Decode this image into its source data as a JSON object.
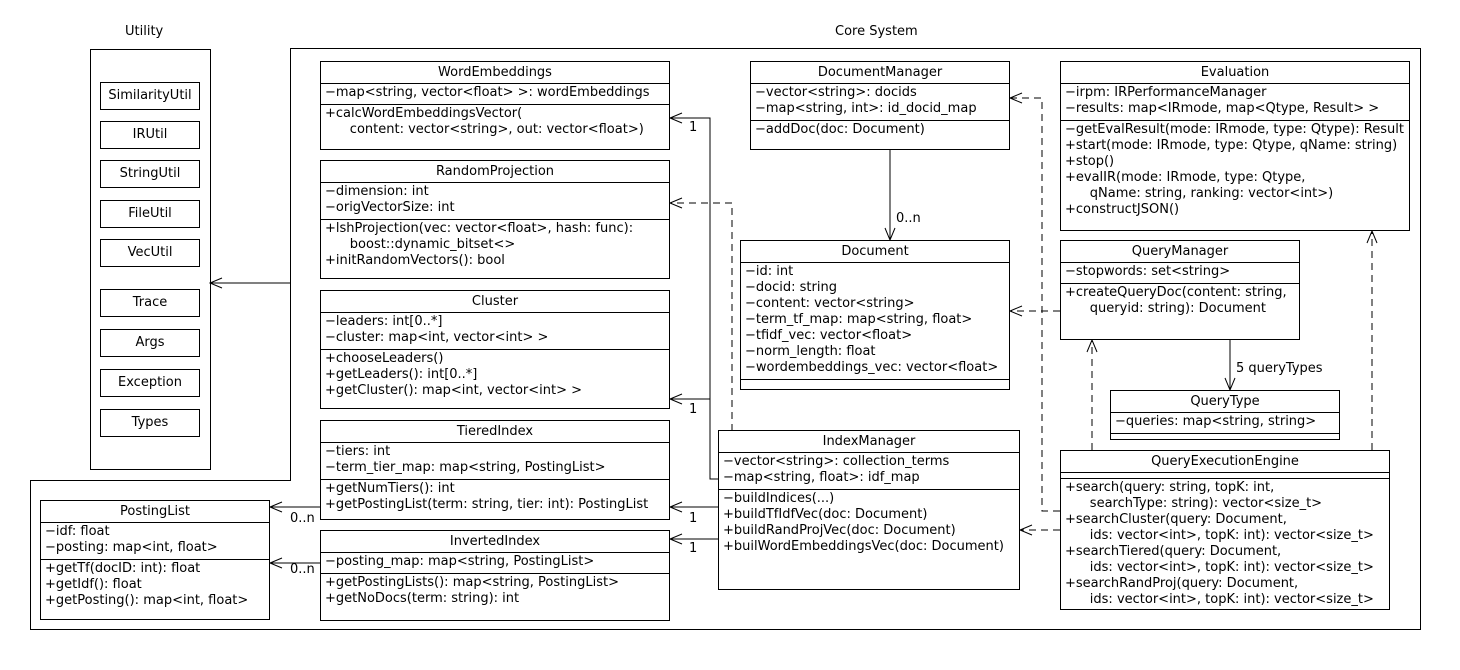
{
  "packages": {
    "utility": {
      "label": "Utility"
    },
    "core": {
      "label": "Core System"
    }
  },
  "utility_classes": [
    "SimilarityUtil",
    "IRUtil",
    "StringUtil",
    "FileUtil",
    "VecUtil",
    "Trace",
    "Args",
    "Exception",
    "Types"
  ],
  "classes": {
    "word_embeddings": {
      "name": "WordEmbeddings",
      "attributes": [
        "−map<string, vector<float> >: wordEmbeddings"
      ],
      "operations": [
        "+calcWordEmbeddingsVector(",
        "      content: vector<string>, out: vector<float>)"
      ]
    },
    "random_projection": {
      "name": "RandomProjection",
      "attributes": [
        "−dimension: int",
        "−origVectorSize: int"
      ],
      "operations": [
        "+lshProjection(vec: vector<float>, hash: func):",
        "      boost::dynamic_bitset<>",
        "+initRandomVectors(): bool"
      ]
    },
    "cluster": {
      "name": "Cluster",
      "attributes": [
        "−leaders: int[0..*]",
        "−cluster: map<int, vector<int> >"
      ],
      "operations": [
        "+chooseLeaders()",
        "+getLeaders(): int[0..*]",
        "+getCluster(): map<int, vector<int> >"
      ]
    },
    "tiered_index": {
      "name": "TieredIndex",
      "attributes": [
        "−tiers: int",
        "−term_tier_map: map<string, PostingList>"
      ],
      "operations": [
        "+getNumTiers(): int",
        "+getPostingList(term: string, tier: int): PostingList"
      ]
    },
    "inverted_index": {
      "name": "InvertedIndex",
      "attributes": [
        "−posting_map: map<string, PostingList>"
      ],
      "operations": [
        "+getPostingLists(): map<string, PostingList>",
        "+getNoDocs(term: string): int"
      ]
    },
    "posting_list": {
      "name": "PostingList",
      "attributes": [
        "−idf: float",
        "−posting: map<int, float>"
      ],
      "operations": [
        "+getTf(docID: int): float",
        "+getIdf(): float",
        "+getPosting(): map<int, float>"
      ]
    },
    "document_manager": {
      "name": "DocumentManager",
      "attributes": [
        "−vector<string>: docids",
        "−map<string, int>: id_docid_map"
      ],
      "operations": [
        "−addDoc(doc: Document)"
      ]
    },
    "document": {
      "name": "Document",
      "attributes": [
        "−id: int",
        "−docid: string",
        "−content: vector<string>",
        "−term_tf_map: map<string, float>",
        "−tfidf_vec: vector<float>",
        "−norm_length: float",
        "−wordembeddings_vec: vector<float>"
      ],
      "operations": []
    },
    "index_manager": {
      "name": "IndexManager",
      "attributes": [
        "−vector<string>: collection_terms",
        "−map<string, float>: idf_map"
      ],
      "operations": [
        "−buildIndices(...)",
        "+buildTfIdfVec(doc: Document)",
        "+buildRandProjVec(doc: Document)",
        "+builWordEmbeddingsVec(doc: Document)"
      ]
    },
    "evaluation": {
      "name": "Evaluation",
      "attributes": [
        "−irpm: IRPerformanceManager",
        "−results: map<IRmode, map<Qtype, Result> >"
      ],
      "operations": [
        "−getEvalResult(mode: IRmode, type: Qtype): Result",
        "+start(mode: IRmode, type: Qtype, qName: string)",
        "+stop()",
        "+evalIR(mode: IRmode, type: Qtype,",
        "      qName: string, ranking: vector<int>)",
        "+constructJSON()"
      ]
    },
    "query_manager": {
      "name": "QueryManager",
      "attributes": [
        "−stopwords: set<string>"
      ],
      "operations": [
        "+createQueryDoc(content: string,",
        "      queryid: string): Document"
      ]
    },
    "query_type": {
      "name": "QueryType",
      "attributes": [
        "−queries: map<string, string>"
      ],
      "operations": []
    },
    "query_execution_engine": {
      "name": "QueryExecutionEngine",
      "attributes": [],
      "operations": [
        "+search(query: string, topK: int,",
        "      searchType: string): vector<size_t>",
        "+searchCluster(query: Document,",
        "      ids: vector<int>, topK: int): vector<size_t>",
        "+searchTiered(query: Document,",
        "      ids: vector<int>, topK: int): vector<size_t>",
        "+searchRandProj(query: Document,",
        "      ids: vector<int>, topK: int): vector<size_t>"
      ]
    }
  },
  "multiplicities": {
    "im_to_word_embeddings": "1",
    "docmanager_to_document": "0..n",
    "im_to_cluster": "1",
    "tiered_to_posting": "0..n",
    "im_to_tiered": "1",
    "inverted_to_posting": "0..n",
    "im_to_inverted": "1",
    "querymanager_to_querytype": "5 queryTypes"
  }
}
